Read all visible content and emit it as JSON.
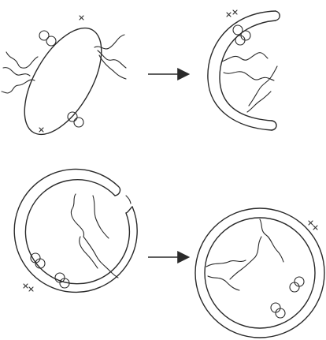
{
  "diagram": {
    "background": "#ffffff",
    "ink_color": "#2a2a2a",
    "marks": {
      "single_cross": "x",
      "double_cross": "xx"
    },
    "panels": [
      {
        "id": "rod-cell",
        "icons": [
          "rod-shape",
          "flagella",
          "ball-pair"
        ]
      },
      {
        "id": "curved-arc",
        "icons": [
          "crescent",
          "flagella",
          "ball-pair"
        ]
      },
      {
        "id": "open-ring",
        "icons": [
          "ring-with-gap",
          "flagella",
          "ball-pair"
        ]
      },
      {
        "id": "closed-ring",
        "icons": [
          "ring",
          "flagella",
          "ball-pair"
        ]
      }
    ],
    "arrows": [
      {
        "id": "arrow-top",
        "icon": "arrow-right"
      },
      {
        "id": "arrow-bottom",
        "icon": "arrow-right"
      }
    ]
  }
}
